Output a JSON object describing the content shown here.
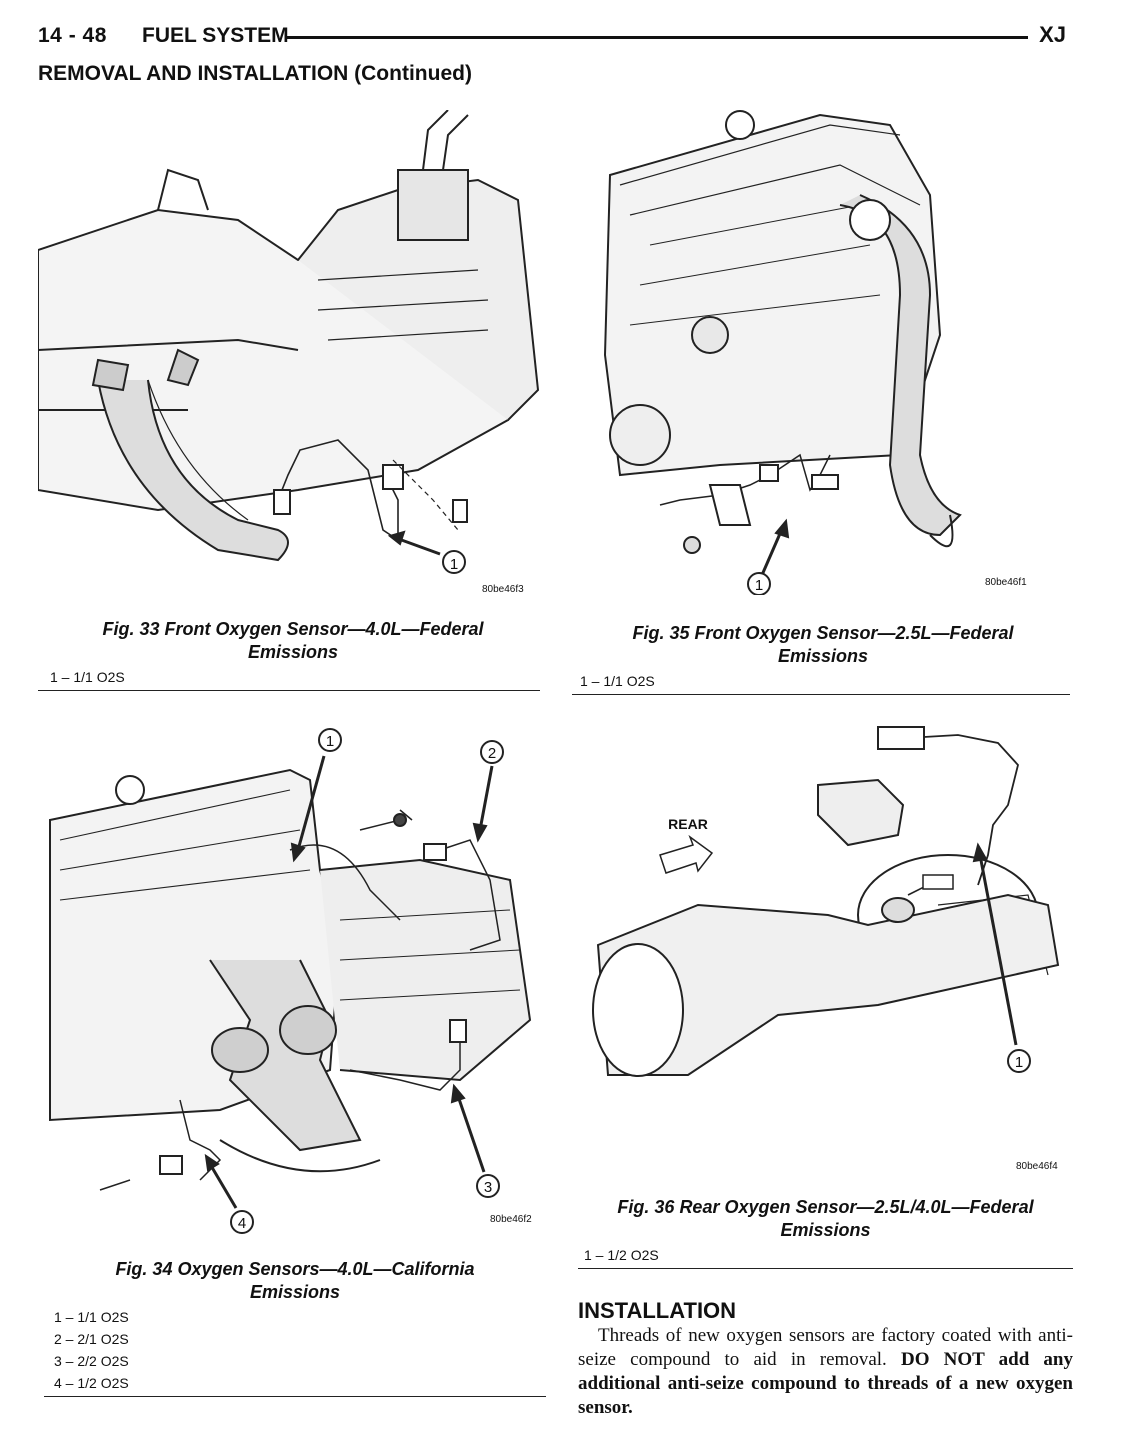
{
  "header": {
    "page_number": "14 - 48",
    "section": "FUEL SYSTEM",
    "model": "XJ"
  },
  "subheading": "REMOVAL AND INSTALLATION (Continued)",
  "figures": [
    {
      "caption_line1": "Fig. 33 Front Oxygen Sensor—4.0L—Federal",
      "caption_line2": "Emissions",
      "code": "80be46f3",
      "callouts": [
        "1"
      ],
      "legend": [
        "1 – 1/1 O2S"
      ]
    },
    {
      "caption_line1": "Fig. 35 Front Oxygen Sensor—2.5L—Federal",
      "caption_line2": "Emissions",
      "code": "80be46f1",
      "callouts": [
        "1"
      ],
      "legend": [
        "1 – 1/1 O2S"
      ]
    },
    {
      "caption_line1": "Fig. 34 Oxygen Sensors—4.0L—California",
      "caption_line2": "Emissions",
      "code": "80be46f2",
      "callouts": [
        "1",
        "2",
        "3",
        "4"
      ],
      "legend": [
        "1 – 1/1 O2S",
        "2 – 2/1 O2S",
        "3 – 2/2 O2S",
        "4 – 1/2 O2S"
      ]
    },
    {
      "caption_line1": "Fig. 36 Rear Oxygen Sensor—2.5L/4.0L—Federal",
      "caption_line2": "Emissions",
      "code": "80be46f4",
      "label_rear": "REAR",
      "callouts": [
        "1"
      ],
      "legend": [
        "1 – 1/2 O2S"
      ]
    }
  ],
  "installation": {
    "title": "INSTALLATION",
    "text_normal": "Threads of new oxygen sensors are factory coated with anti-seize compound to aid in removal. ",
    "text_bold": "DO NOT add any additional anti-seize compound to threads of a new oxygen sensor."
  }
}
